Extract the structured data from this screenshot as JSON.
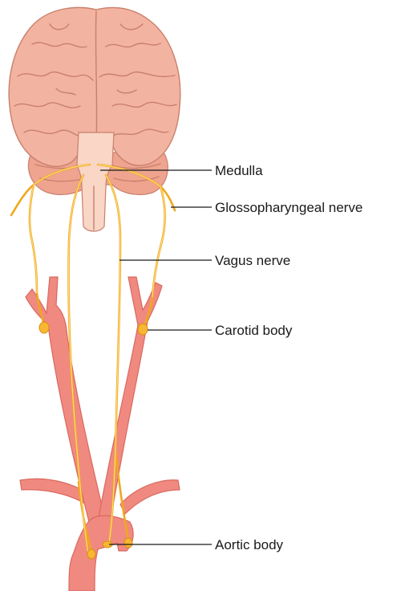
{
  "labels": {
    "medulla": "Medulla",
    "glossopharyngeal": "Glossopharyngeal nerve",
    "vagus": "Vagus nerve",
    "carotid_body": "Carotid body",
    "aortic_body": "Aortic body"
  },
  "colors": {
    "brain": "#f2b3a0",
    "artery": "#f08a80",
    "nerve": "#f0a81e",
    "leader_line": "#1a1a1a"
  }
}
